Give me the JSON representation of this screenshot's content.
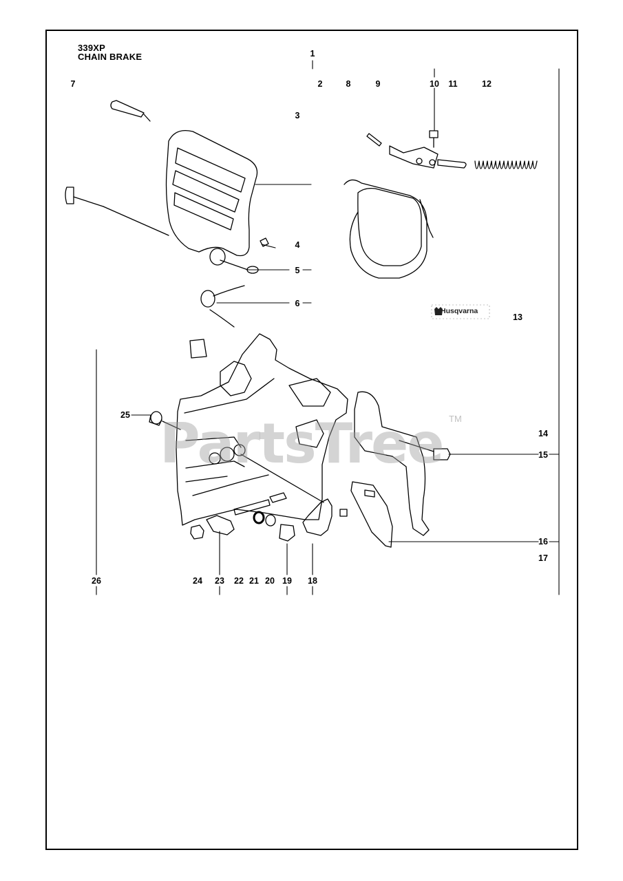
{
  "header": {
    "model": "339XP",
    "section": "CHAIN BRAKE"
  },
  "callouts": [
    {
      "id": "c1",
      "label": "1"
    },
    {
      "id": "c2",
      "label": "2"
    },
    {
      "id": "c3",
      "label": "3"
    },
    {
      "id": "c4",
      "label": "4"
    },
    {
      "id": "c5",
      "label": "5"
    },
    {
      "id": "c6",
      "label": "6"
    },
    {
      "id": "c7",
      "label": "7"
    },
    {
      "id": "c8",
      "label": "8"
    },
    {
      "id": "c9",
      "label": "9"
    },
    {
      "id": "c10",
      "label": "10"
    },
    {
      "id": "c11",
      "label": "11"
    },
    {
      "id": "c12",
      "label": "12"
    },
    {
      "id": "c13",
      "label": "13"
    },
    {
      "id": "c14",
      "label": "14"
    },
    {
      "id": "c15",
      "label": "15"
    },
    {
      "id": "c16",
      "label": "16"
    },
    {
      "id": "c17",
      "label": "17"
    },
    {
      "id": "c18",
      "label": "18"
    },
    {
      "id": "c19",
      "label": "19"
    },
    {
      "id": "c20",
      "label": "20"
    },
    {
      "id": "c21",
      "label": "21"
    },
    {
      "id": "c22",
      "label": "22"
    },
    {
      "id": "c23",
      "label": "23"
    },
    {
      "id": "c24",
      "label": "24"
    },
    {
      "id": "c25",
      "label": "25"
    },
    {
      "id": "c26",
      "label": "26"
    }
  ],
  "brand_logo": "Husqvarna",
  "watermark": "PartsTree",
  "watermark_tm": "TM"
}
